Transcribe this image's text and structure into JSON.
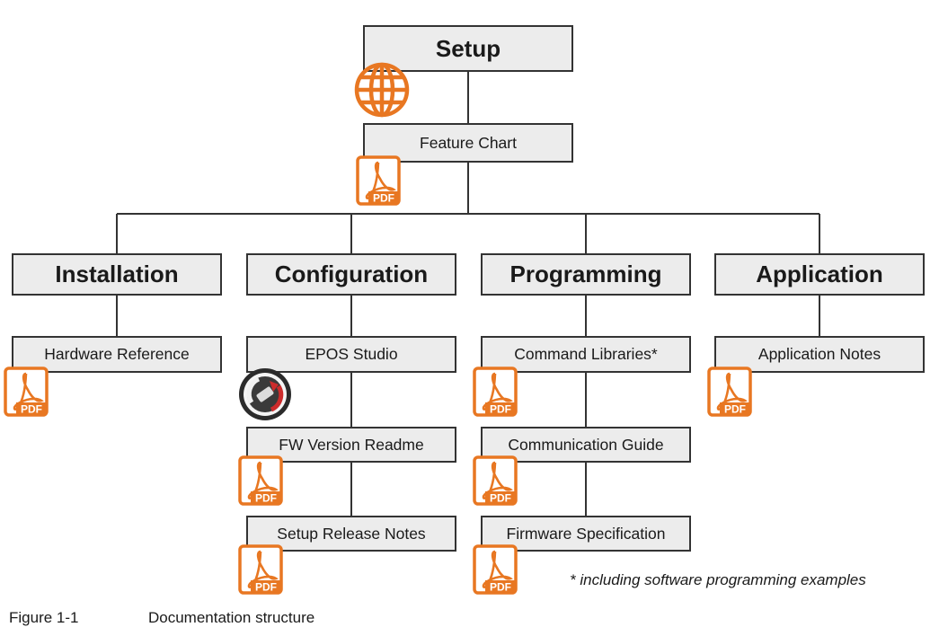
{
  "diagram": {
    "root": {
      "label": "Setup",
      "doc": "Feature Chart"
    },
    "columns": [
      {
        "label": "Installation",
        "docs": [
          "Hardware Reference"
        ]
      },
      {
        "label": "Configuration",
        "docs": [
          "EPOS Studio",
          "FW Version Readme",
          "Setup Release Notes"
        ]
      },
      {
        "label": "Programming",
        "docs": [
          "Command Libraries*",
          "Communication Guide",
          "Firmware Specification"
        ]
      },
      {
        "label": "Application",
        "docs": [
          "Application Notes"
        ]
      }
    ],
    "icons": {
      "pdf_text": "PDF",
      "accent": "#e87722",
      "studio_red": "#cc2b2b"
    },
    "footnote": "* including software programming examples"
  },
  "caption": {
    "number": "Figure 1-1",
    "title": "Documentation structure"
  }
}
